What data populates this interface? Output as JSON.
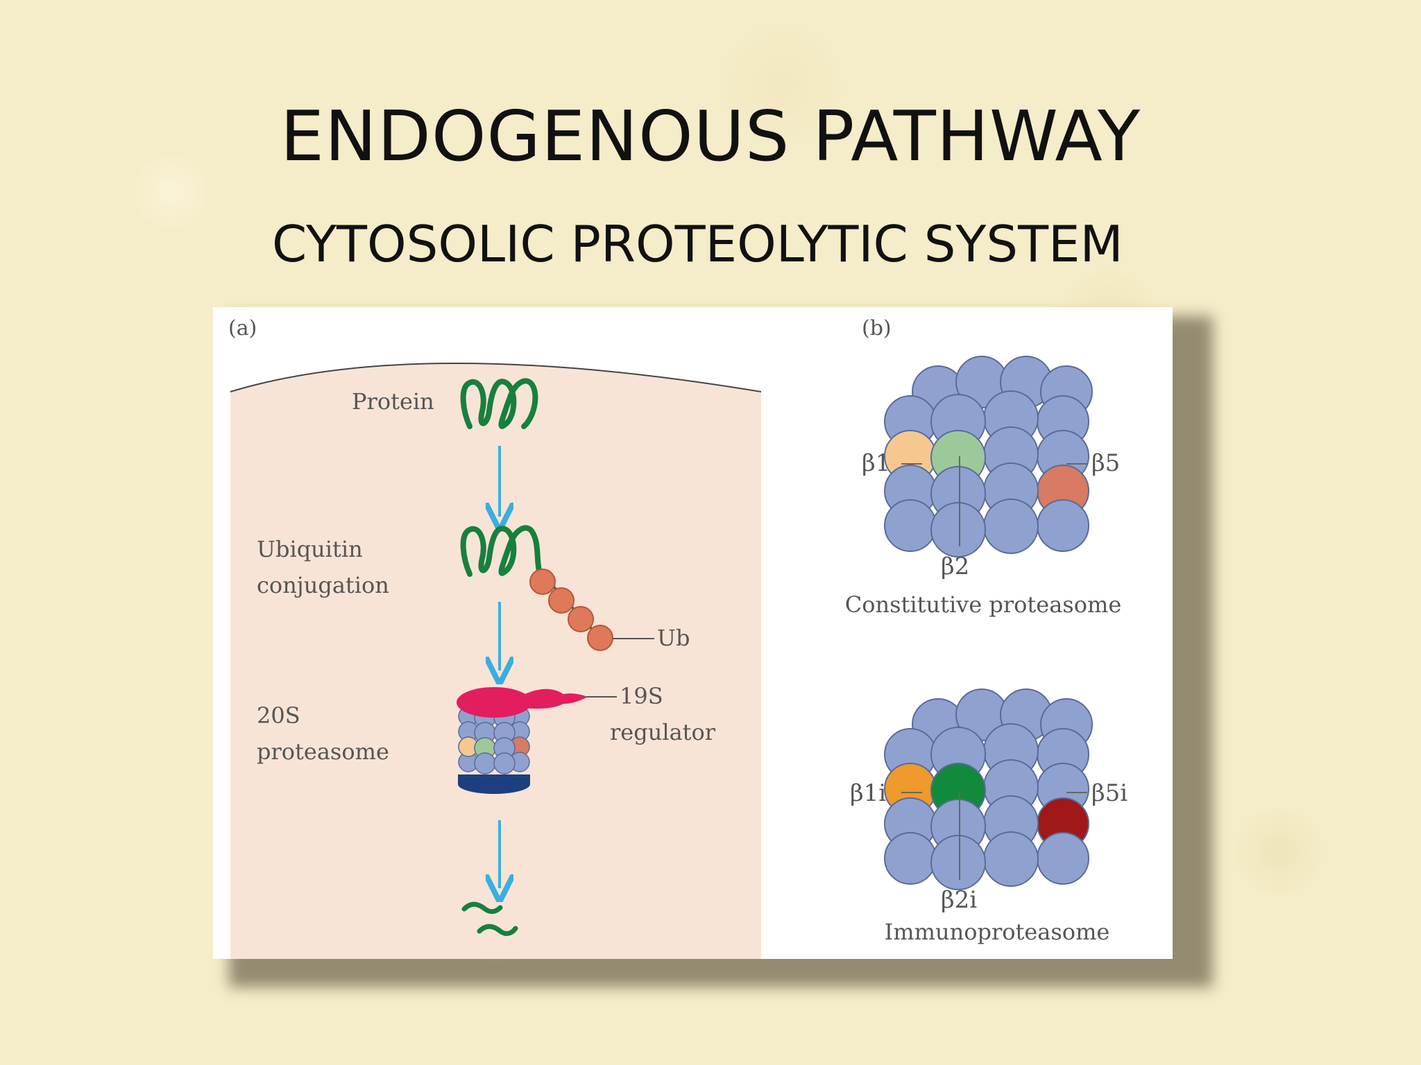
{
  "slide": {
    "title": "ENDOGENOUS PATHWAY",
    "subtitle": "CYTOSOLIC PROTEOLYTIC SYSTEM"
  },
  "figure": {
    "panel_a": {
      "label": "(a)",
      "protein": "Protein",
      "ubiquitin_line1": "Ubiquitin",
      "ubiquitin_line2": "conjugation",
      "ub": "Ub",
      "regulator_line1": "19S",
      "regulator_line2": "regulator",
      "proteasome_line1": "20S",
      "proteasome_line2": "proteasome"
    },
    "panel_b": {
      "label": "(b)",
      "constitutive": {
        "b1": "β1",
        "b2": "β2",
        "b5": "β5",
        "caption": "Constitutive proteasome"
      },
      "immuno": {
        "b1": "β1i",
        "b2": "β2i",
        "b5": "β5i",
        "caption": "Immunoproteasome"
      }
    },
    "colors": {
      "cytosol": "#f8e4d6",
      "subunit": "#8fa2cf",
      "protein": "#17803f",
      "ubiquitin": "#e0785a",
      "regulator": "#e31e5f",
      "arrow": "#3aaedf",
      "b1": "#f5c890",
      "b2": "#9dc99a",
      "b5": "#d97a62",
      "b1i": "#ee9a2c",
      "b2i": "#128a3c",
      "b5i": "#a01818"
    }
  }
}
